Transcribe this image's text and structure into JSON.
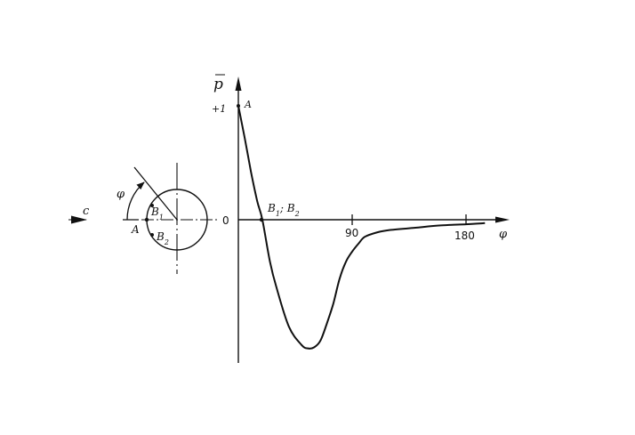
{
  "labels": {
    "y_axis": "p",
    "y_value_one": "+1",
    "point_a_graph": "A",
    "zero": "0",
    "crossing": "B1; B2",
    "tick_90": "90",
    "tick_180": "180",
    "x_axis": "φ",
    "flow": "c",
    "angle": "φ",
    "circle_a": "A",
    "circle_b1": "B1",
    "circle_b2": "B2"
  },
  "chart_data": {
    "type": "line",
    "xlabel": "φ",
    "ylabel": "p̄",
    "x_ticks": [
      90,
      180
    ],
    "series": [
      {
        "x": [
          0,
          5,
          10,
          15,
          19,
          25,
          30,
          40,
          50,
          55,
          60,
          65,
          70,
          75,
          80,
          85,
          90,
          95,
          100,
          110,
          120,
          140,
          160,
          180,
          195
        ],
        "y": [
          1,
          0.72,
          0.42,
          0.16,
          0,
          -0.37,
          -0.59,
          -0.94,
          -1.1,
          -1.13,
          -1.12,
          -1.06,
          -0.91,
          -0.74,
          -0.52,
          -0.37,
          -0.28,
          -0.21,
          -0.15,
          -0.11,
          -0.09,
          -0.07,
          -0.05,
          -0.04,
          -0.03
        ]
      }
    ]
  }
}
